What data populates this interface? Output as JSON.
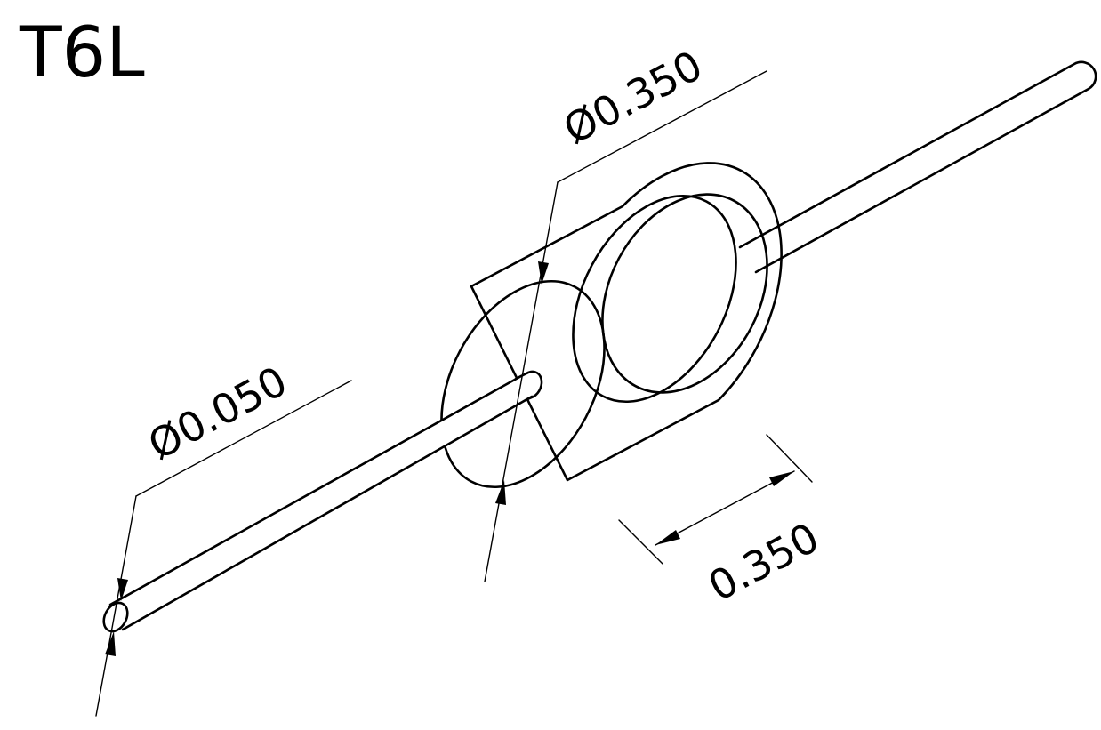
{
  "title": "T6L",
  "dimensions": {
    "body_diameter": "Ø0.350",
    "lead_diameter": "Ø0.050",
    "body_length": "0.350"
  },
  "colors": {
    "body_fill": "#b9b9b9",
    "line": "#000000",
    "background": "#ffffff"
  }
}
